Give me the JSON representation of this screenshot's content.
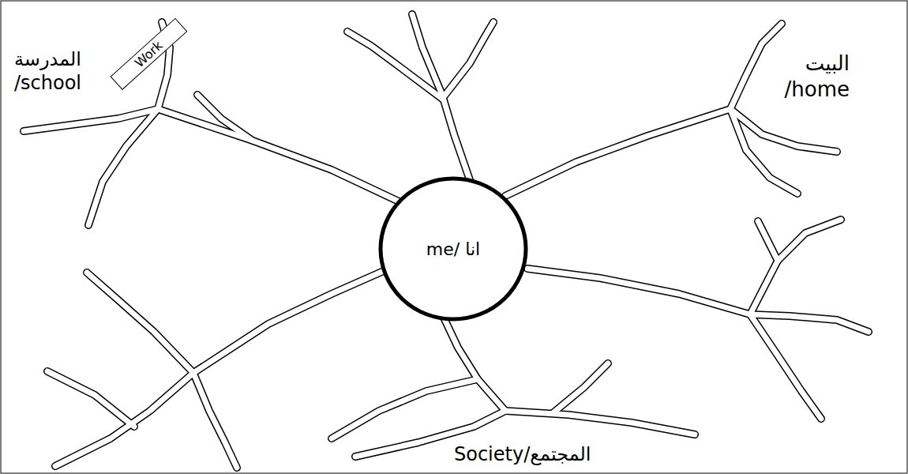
{
  "diagram": {
    "nodes": [
      {
        "text": [
          "me/ انا"
        ]
      },
      {
        "text": [
          "Work"
        ]
      }
    ],
    "labels": [
      "المدرسة /school",
      "البيت /home",
      "Society/المجتمع"
    ]
  }
}
